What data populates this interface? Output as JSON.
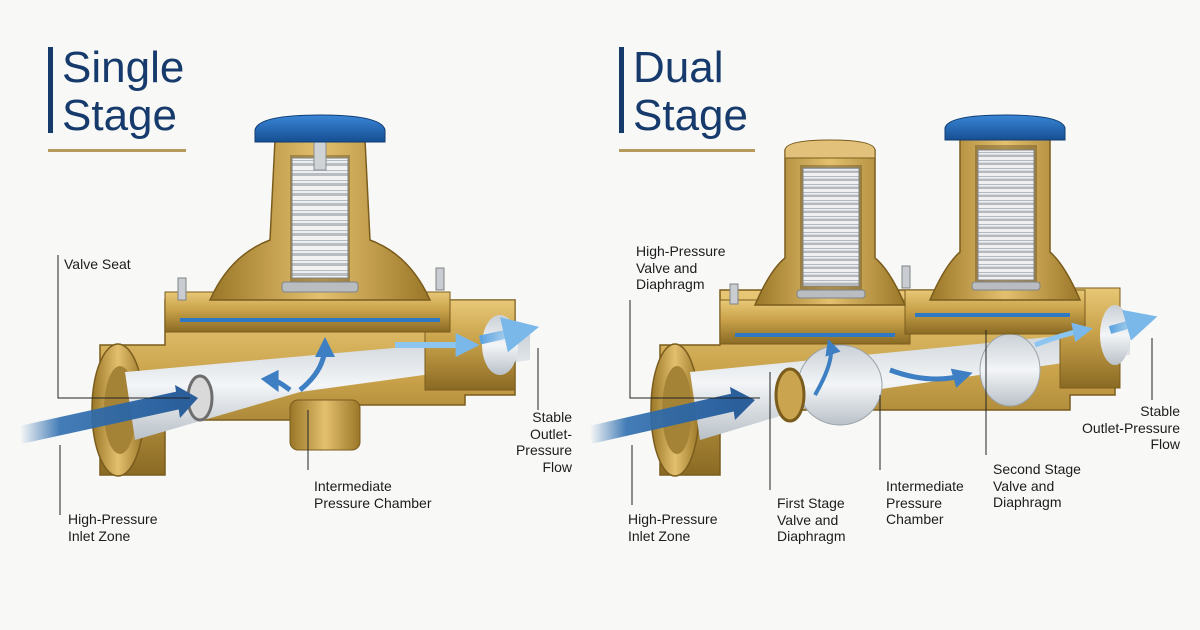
{
  "panels": [
    {
      "title": "Single\nStage",
      "labels": {
        "valve_seat": "Valve Seat",
        "high_pressure_inlet": "High-Pressure\nInlet Zone",
        "intermediate_chamber": "Intermediate\nPressure Chamber",
        "stable_outlet": "Stable\nOutlet-Pressure\nFlow"
      }
    },
    {
      "title": "Dual\nStage",
      "labels": {
        "high_pressure_valve": "High-Pressure\nValve and\nDiaphragm",
        "high_pressure_inlet": "High-Pressure\nInlet Zone",
        "first_stage": "First Stage\nValve and\nDiaphragm",
        "intermediate_chamber": "Intermediate\nPressure\nChamber",
        "second_stage": "Second Stage\nValve and\nDiaphragm",
        "stable_outlet": "Stable\nOutlet-Pressure\nFlow"
      }
    }
  ],
  "colors": {
    "title": "#163a6b",
    "title_rule": "#b59a5e",
    "brass": "#c9a24a",
    "brass_dark": "#8a6a24",
    "cap_blue": "#1f66b8",
    "flow_blue": "#2f6fb0",
    "bore": "#e7ebee"
  }
}
